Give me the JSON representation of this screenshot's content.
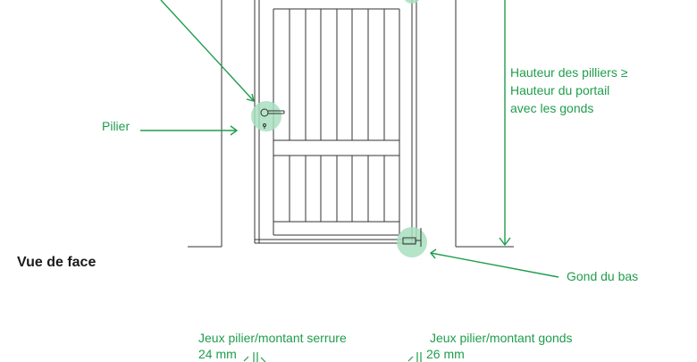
{
  "colors": {
    "accent": "#1f9d4c",
    "highlight": "#a8dfc0",
    "line": "#333333",
    "text": "#1a1a1a"
  },
  "labels": {
    "pillar": "Pilier",
    "pillar_height": [
      "Hauteur des pilliers ≥",
      "Hauteur du portail",
      "avec les gonds"
    ],
    "bottom_hinge": "Gond du bas",
    "front_view": "Vue de face",
    "gap_lock": [
      "Jeux pilier/montant serrure",
      "24 mm"
    ],
    "gap_hinge": [
      "Jeux pilier/montant gonds",
      "26 mm"
    ]
  }
}
